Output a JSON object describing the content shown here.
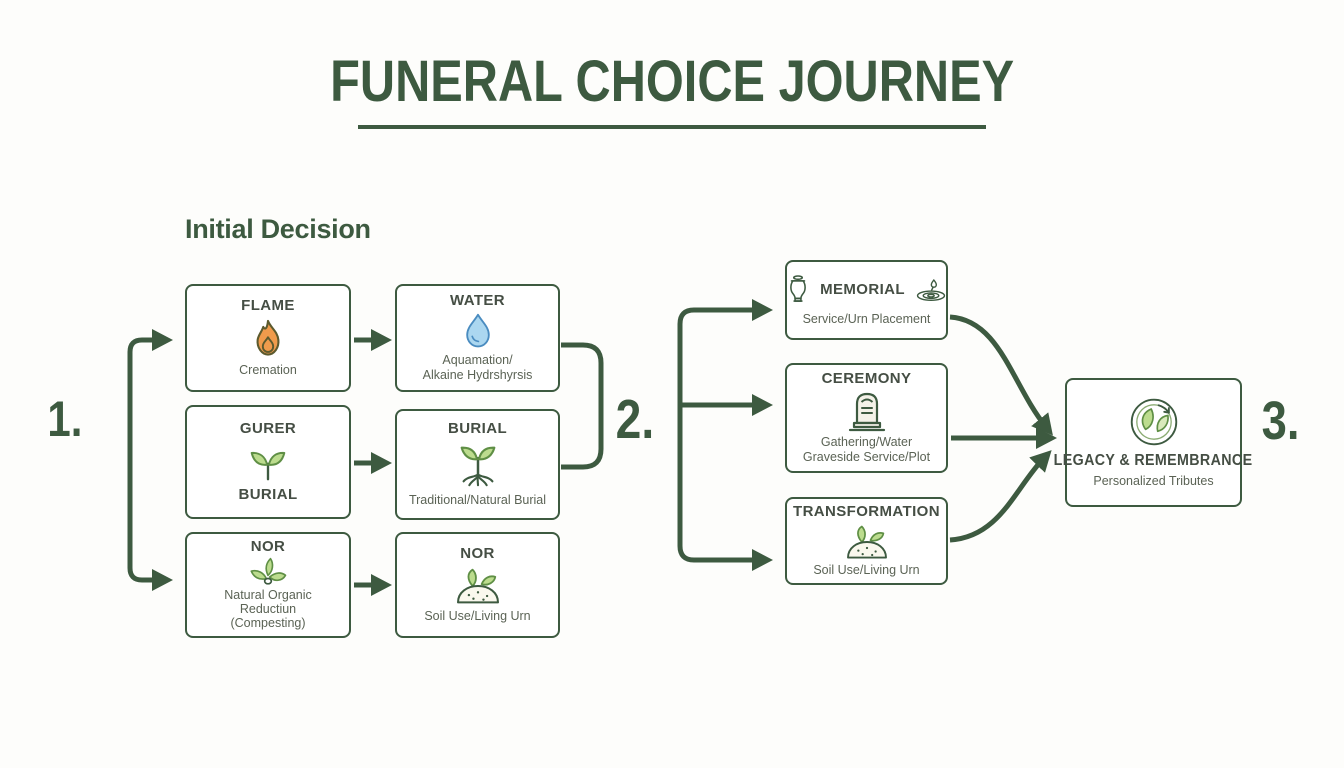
{
  "title": "FUNERAL CHOICE JOURNEY",
  "section_heading": "Initial Decision",
  "steps": {
    "one": "1.",
    "two": "2.",
    "three": "3."
  },
  "colors": {
    "accent_green": "#3d5a40",
    "flame_orange": "#f09b4c",
    "water_fill": "#abd7f0",
    "water_stroke": "#4a8cc0",
    "leaf_fill": "#bcdc8e",
    "leaf_stroke": "#5f8f45"
  },
  "nodes": {
    "flame": {
      "title": "FLAME",
      "icon": "flame-icon",
      "subtitle": "Cremation"
    },
    "water": {
      "title": "WATER",
      "icon": "water-drop-icon",
      "lines": [
        "Aquamation/",
        "Alkaine Hydrshyrsis"
      ]
    },
    "gurer": {
      "title": "GURER",
      "icon": "seedling-icon",
      "label2": "BURIAL"
    },
    "burial": {
      "title": "BURIAL",
      "icon": "seedling-roots-icon",
      "subtitle": "Traditional/Natural Burial"
    },
    "nor1": {
      "title": "NOR",
      "icon": "leaves-icon",
      "lines": [
        "Natural Organic",
        "Reductiun",
        "(Compesting)"
      ]
    },
    "nor2": {
      "title": "NOR",
      "icon": "soil-mound-icon",
      "subtitle": "Soil Use/Living Urn"
    },
    "memorial": {
      "title": "MEMORIAL",
      "icon_left": "urn-icon",
      "icon_right": "ripple-icon",
      "subtitle": "Service/Urn Placement"
    },
    "ceremony": {
      "title": "CEREMONY",
      "icon": "gravestone-icon",
      "lines": [
        "Gathering/Water",
        "Graveside Service/Plot"
      ]
    },
    "transformation": {
      "title": "TRANSFORMATION",
      "icon": "soil-mound-icon",
      "subtitle": "Soil Use/Living Urn"
    },
    "legacy": {
      "title": "LEGACY & REMEMBRANCE",
      "icon": "eco-circle-icon",
      "subtitle": "Personalized Tributes"
    }
  }
}
